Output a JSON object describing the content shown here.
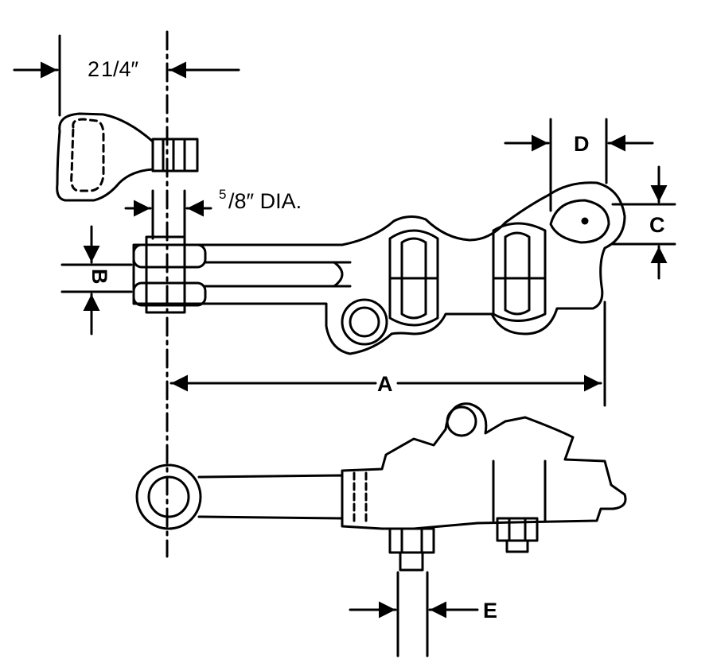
{
  "dimensions": {
    "top_width": "2",
    "top_fraction": "1/4″",
    "pin_dia_num": "5",
    "pin_dia_rest": "/8″ DIA.",
    "a": "A",
    "b": "B",
    "c": "C",
    "d": "D",
    "e": "E"
  }
}
